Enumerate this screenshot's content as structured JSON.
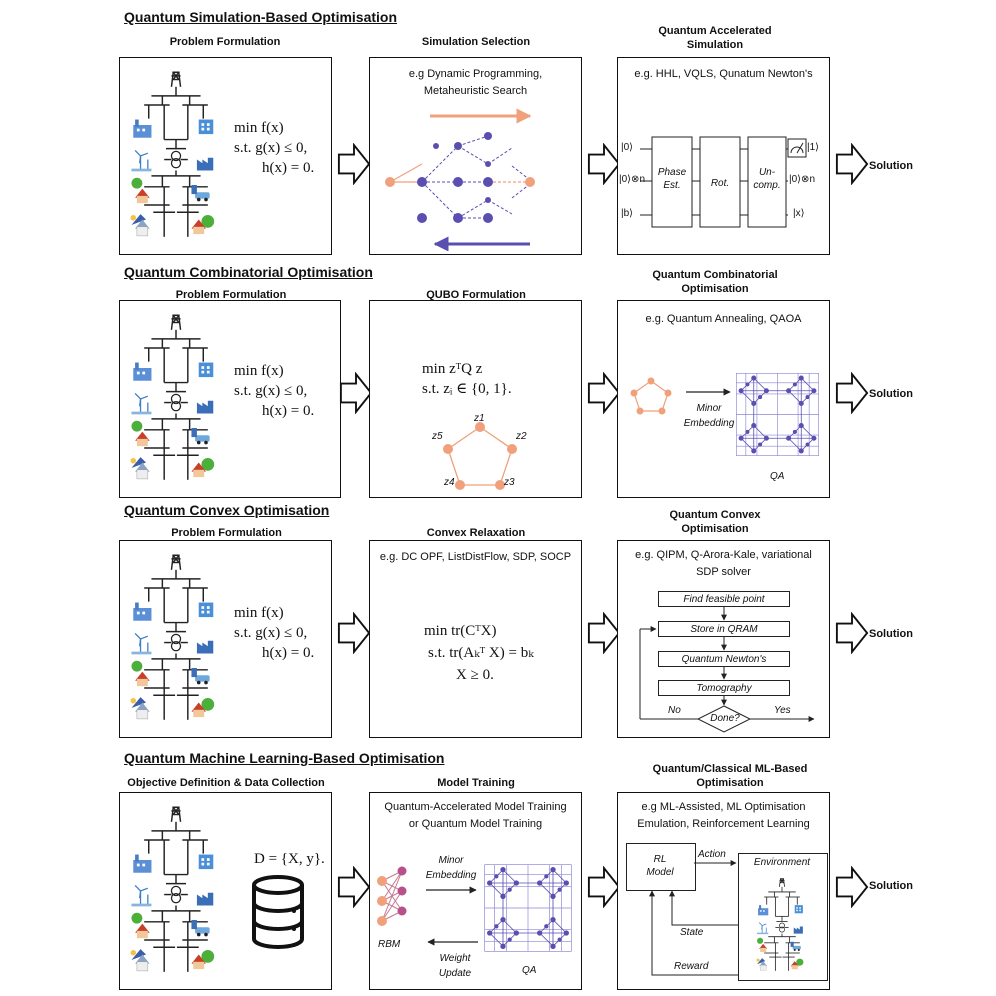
{
  "sections": [
    {
      "title": "Quantum Simulation-Based Optimisation",
      "col1_title": "Problem Formulation",
      "col2_title": "Simulation Selection",
      "col3_title": "Quantum Accelerated Simulation",
      "col2_eg": "e.g Dynamic Programming, Metaheuristic Search",
      "col3_eg": "e.g. HHL, VQLS, Qunatum Newton's",
      "solution": "Solution"
    },
    {
      "title": "Quantum Combinatorial Optimisation",
      "col1_title": "Problem Formulation",
      "col2_title": "QUBO Formulation",
      "col3_title": "Quantum Combinatorial Optimisation",
      "col3_eg": "e.g. Quantum Annealing, QAOA",
      "solution": "Solution"
    },
    {
      "title": "Quantum Convex Optimisation",
      "col1_title": "Problem Formulation",
      "col2_title": "Convex Relaxation",
      "col3_title": "Quantum Convex Optimisation",
      "col2_eg": "e.g. DC OPF, ListDistFlow, SDP, SOCP",
      "col3_eg": "e.g. QIPM, Q-Arora-Kale, variational SDP solver",
      "solution": "Solution"
    },
    {
      "title": "Quantum Machine Learning-Based Optimisation",
      "col1_title": "Objective Definition & Data Collection",
      "col2_title": "Model Training",
      "col3_title": "Quantum/Classical ML-Based Optimisation",
      "col2_eg": "Quantum-Accelerated Model Training or Quantum Model Training",
      "col3_eg": "e.g ML-Assisted, ML Optimisation Emulation, Reinforcement Learning",
      "solution": "Solution"
    }
  ],
  "problem": {
    "line1": "min f(x)",
    "line2": "s.t.  g(x) ≤ 0,",
    "line3": "h(x) = 0."
  },
  "circuit": {
    "in0": "|0⟩",
    "in1": "|0⟩⊗n",
    "in2": "|b⟩",
    "phase": "Phase Est.",
    "rot": "Rot.",
    "uncomp": "Un- comp.",
    "out0": "|1⟩",
    "out1": "|0⟩⊗n",
    "out2": "|x⟩"
  },
  "qubo": {
    "line1": "min zᵀQ z",
    "line2": "s.t.  zᵢ ∈ {0, 1}.",
    "nodes": [
      "z1",
      "z2",
      "z3",
      "z4",
      "z5"
    ]
  },
  "embedding": {
    "minor": "Minor",
    "embed": "Embedding",
    "qa": "QA"
  },
  "convex": {
    "line1": "min tr(CᵀX)",
    "line2": "s.t.   tr(Aₖᵀ X) = bₖ",
    "line3": "X ≥ 0."
  },
  "flowchart": {
    "step1": "Find feasible point",
    "step2": "Store in QRAM",
    "step3": "Quantum Newton's",
    "step4": "Tomography",
    "decision": "Done?",
    "no": "No",
    "yes": "Yes"
  },
  "ml": {
    "dataset": "D = {X, y}.",
    "rbm": "RBM",
    "minor": "Minor",
    "embedding": "Embedding",
    "weight": "Weight",
    "update": "Update",
    "qa": "QA",
    "rl_model": "RL Model",
    "action": "Action",
    "environment": "Environment",
    "state": "State",
    "reward": "Reward"
  },
  "colors": {
    "orange": "#f0a07a",
    "purple": "#5a4fb0",
    "purple_light": "#8c83d6"
  }
}
